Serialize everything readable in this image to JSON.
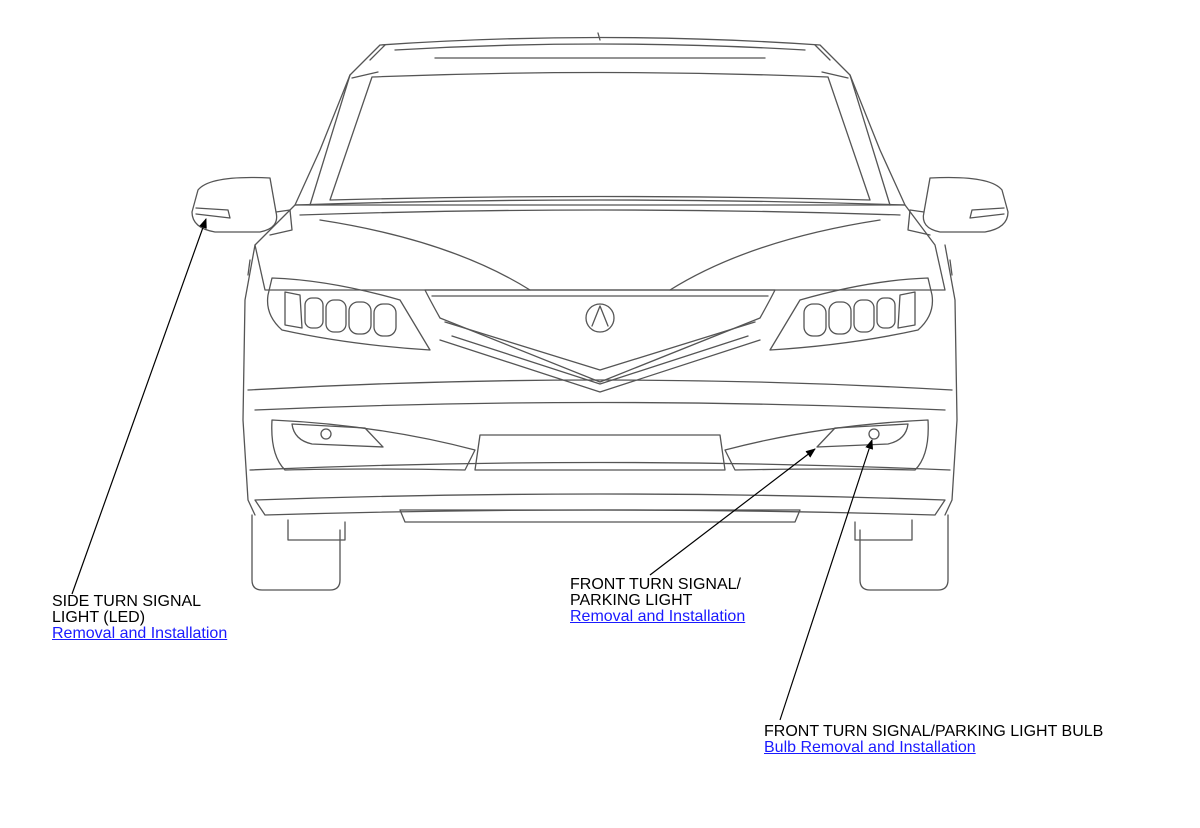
{
  "callouts": {
    "side_turn_signal": {
      "title_line1": "SIDE TURN SIGNAL",
      "title_line2": "LIGHT (LED)",
      "link": "Removal and Installation"
    },
    "front_turn_signal": {
      "title_line1": "FRONT TURN SIGNAL/",
      "title_line2": "PARKING LIGHT",
      "link": "Removal and Installation"
    },
    "front_bulb": {
      "title": "FRONT TURN SIGNAL/PARKING LIGHT BULB",
      "link": "Bulb Removal and Installation"
    }
  },
  "colors": {
    "link": "#1a1aff",
    "drawing_stroke": "#555555",
    "leader": "#000000"
  }
}
